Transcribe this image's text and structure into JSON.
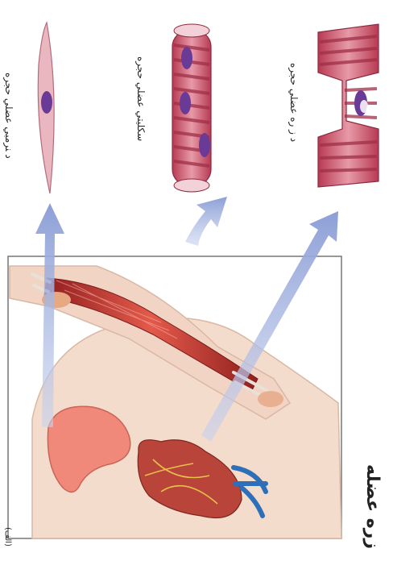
{
  "labels": {
    "smooth": "ﺩ ﻨﺮﻣﺒﻲ ﻋﻀﻠﻲ ﺣﺠﺮﻩ",
    "skeletal": "ﺳﻜﻠﻴﺘﻲ ﻋﻀﻠﻲ ﺣﺠﺮﻩ",
    "cardiac": "ﺩ ﺯ ﺭﻩ ﻋﻀﻠﻲ ﺣﺠﺮﻩ",
    "title": "ﺯﺭﻩ ﻋﻀﻠﻪ",
    "panel": "(ﺍﻟﻒ)"
  },
  "colors": {
    "muscle": "#c0485a",
    "muscle_light": "#eab6c0",
    "stripe": "#a8384e",
    "nucleus": "#6a3b96",
    "arrow": "#9eaedc",
    "frame": "#777777",
    "skin": "#f3ddcf",
    "heart": "#b83a3a",
    "vessel": "#2d6fb8",
    "stomach": "#f08a78"
  }
}
